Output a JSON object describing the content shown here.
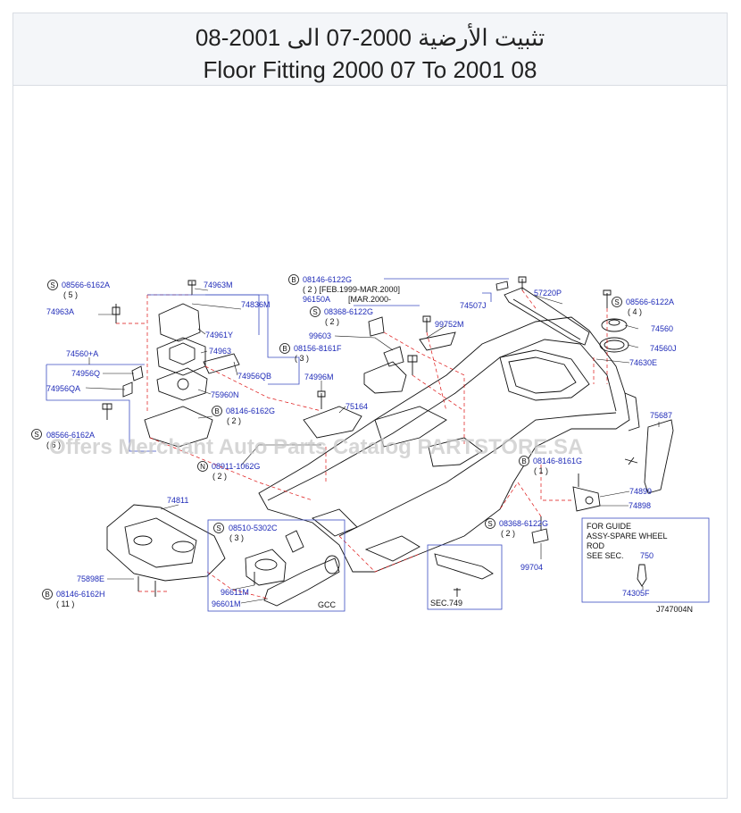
{
  "header": {
    "title_ar": "تثبيت الأرضية 2000-07 الى 2001-08",
    "title_en": "Floor Fitting 2000 07 To 2001 08"
  },
  "watermark": "Offers Merchant Auto Parts Catalog PARTSTORE.SA",
  "diagram_code": "J747004N",
  "labels": {
    "p08566_6162A_top": "08566-6162A",
    "qty5": "( 5 )",
    "p74963A": "74963A",
    "p74963M": "74963M",
    "p74836M": "74836M",
    "p74961Y": "74961Y",
    "p74963": "74963",
    "p74956QB": "74956QB",
    "p75960N": "75960N",
    "p74560A": "74560+A",
    "p74956Q": "74956Q",
    "p74956QA": "74956QA",
    "p08566_6162A_mid": "08566-6162A",
    "qty6": "( 6 )",
    "p08146_6162G": "08146-6162G",
    "qty2a": "( 2 )",
    "p08911_1062G": "08911-1062G",
    "qty2b": "( 2 )",
    "p08146_6122G": "08146-6122G",
    "qty2_feb": "( 2 ) [FEB.1999-MAR.2000]",
    "p96150A": "96150A",
    "mar2000": "[MAR.2000-",
    "p08368_6122G_a": "08368-6122G",
    "qty2c": "( 2 )",
    "p99603": "99603",
    "p08156_8161F": "08156-8161F",
    "qty3a": "( 3 )",
    "p74996M": "74996M",
    "p75164": "75164",
    "p99752M": "99752M",
    "p74507J": "74507J",
    "p57220P": "57220P",
    "p08566_6122A": "08566-6122A",
    "qty4": "( 4 )",
    "p74560": "74560",
    "p74560J": "74560J",
    "p74630E": "74630E",
    "p75687": "75687",
    "p08146_8161G": "08146-8161G",
    "qty1": "( 1 )",
    "p74899": "74899",
    "p74898": "74898",
    "p08368_6122G_b": "08368-6122G",
    "qty2d": "( 2 )",
    "p99704": "99704",
    "p74811": "74811",
    "p08510_5302C": "08510-5302C",
    "qty3b": "( 3 )",
    "p96611M": "96611M",
    "p96601M": "96601M",
    "gcc": "GCC",
    "p75898E": "75898E",
    "p08146_6162H": "08146-6162H",
    "qty11": "( 11 )",
    "sec749": "SEC.749",
    "note_line1": "FOR  GUIDE",
    "note_line2": "ASSY-SPARE  WHEEL",
    "note_line3": "ROD",
    "note_line4": "SEE  SEC.",
    "note_sec": "750",
    "p74305F": "74305F"
  },
  "circle_letters": {
    "s": "S",
    "b": "B",
    "n": "N"
  },
  "colors": {
    "label_blue": "#1f2bb8",
    "dash_red": "#d11111",
    "box_blue": "#3b4cc0"
  }
}
